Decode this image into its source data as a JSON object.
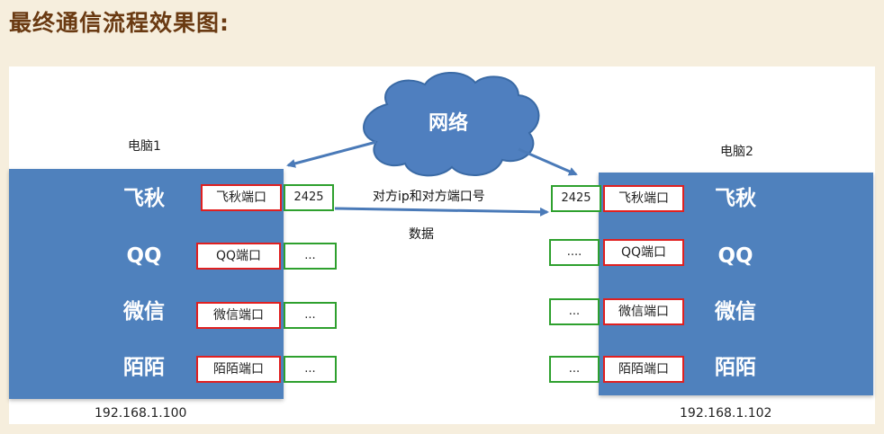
{
  "title": "最终通信流程效果图:",
  "network_label": "网络",
  "message_label": "对方ip和对方端口号",
  "data_label": "数据",
  "computer1": {
    "label": "电脑1",
    "ip": "192.168.1.100",
    "apps": [
      {
        "name": "飞秋",
        "port": "飞秋端口",
        "value": "2425"
      },
      {
        "name": "QQ",
        "port": "QQ端口",
        "value": "..."
      },
      {
        "name": "微信",
        "port": "微信端口",
        "value": "..."
      },
      {
        "name": "陌陌",
        "port": "陌陌端口",
        "value": "..."
      }
    ]
  },
  "computer2": {
    "label": "电脑2",
    "ip": "192.168.1.102",
    "apps": [
      {
        "name": "飞秋",
        "port": "飞秋端口",
        "value": "2425"
      },
      {
        "name": "QQ",
        "port": "QQ端口",
        "value": "...."
      },
      {
        "name": "微信",
        "port": "微信端口",
        "value": "..."
      },
      {
        "name": "陌陌",
        "port": "陌陌端口",
        "value": "..."
      }
    ]
  },
  "colors": {
    "panel": "#4f81bd",
    "port_border": "#e02020",
    "value_border": "#2ea02e",
    "cloud": "#4f7fbf",
    "arrow": "#4a7ab8"
  }
}
